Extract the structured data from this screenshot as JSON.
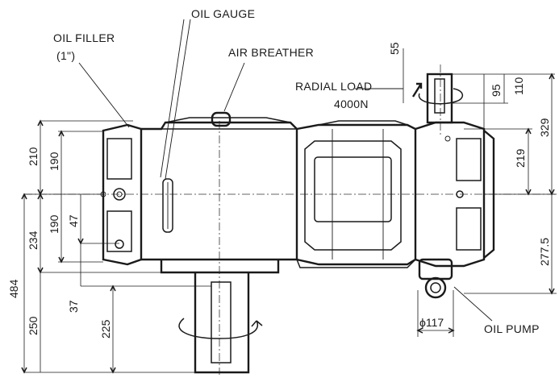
{
  "labels": {
    "oil_gauge": "OIL GAUGE",
    "oil_filler": "OIL FILLER",
    "oil_filler_size": "(1\")",
    "air_breather": "AIR BREATHER",
    "radial_load": "RADIAL LOAD",
    "radial_load_value": "4000N",
    "oil_pump": "OIL PUMP"
  },
  "dimensions": {
    "d55": "55",
    "d95": "95",
    "d110": "110",
    "d329": "329",
    "d219": "219",
    "d277_5": "277.5",
    "d210": "210",
    "d190_top": "190",
    "d190_bottom": "190",
    "d47": "47",
    "d234": "234",
    "d37": "37",
    "d484": "484",
    "d250": "250",
    "d225": "225",
    "d117": "ϕ117"
  }
}
